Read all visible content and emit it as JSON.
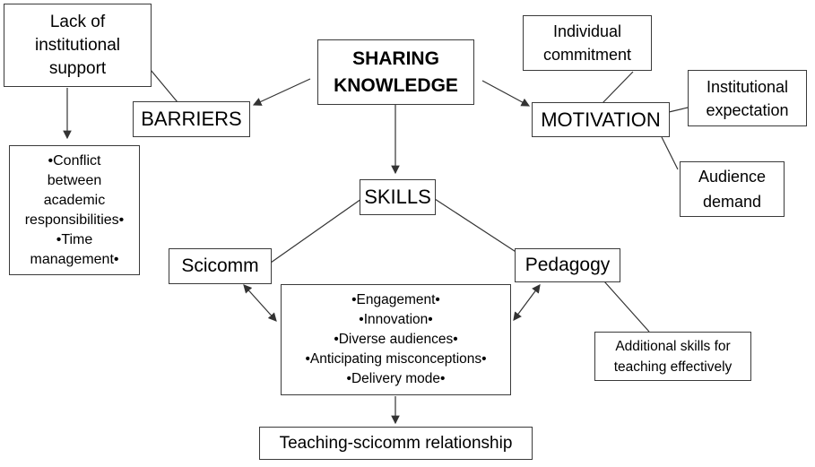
{
  "nodes": {
    "sharing": [
      "SHARING",
      "KNOWLEDGE"
    ],
    "barriers": "BARRIERS",
    "motivation": "MOTIVATION",
    "skills": "SKILLS",
    "lack_support": [
      "Lack of",
      "institutional",
      "support"
    ],
    "barrier_list": [
      "•Conflict",
      "between",
      "academic",
      "responsibilities•",
      "•Time",
      "management•"
    ],
    "individual_commitment": [
      "Individual",
      "commitment"
    ],
    "institutional_expectation": [
      "Institutional",
      "expectation"
    ],
    "audience_demand": [
      "Audience",
      "demand"
    ],
    "scicomm": "Scicomm",
    "pedagogy": "Pedagogy",
    "skills_list": [
      "•Engagement•",
      "•Innovation•",
      "•Diverse audiences•",
      "•Anticipating misconceptions•",
      "•Delivery mode•"
    ],
    "additional_skills": [
      "Additional skills for",
      "teaching effectively"
    ],
    "teaching_relationship": "Teaching-scicomm relationship"
  }
}
